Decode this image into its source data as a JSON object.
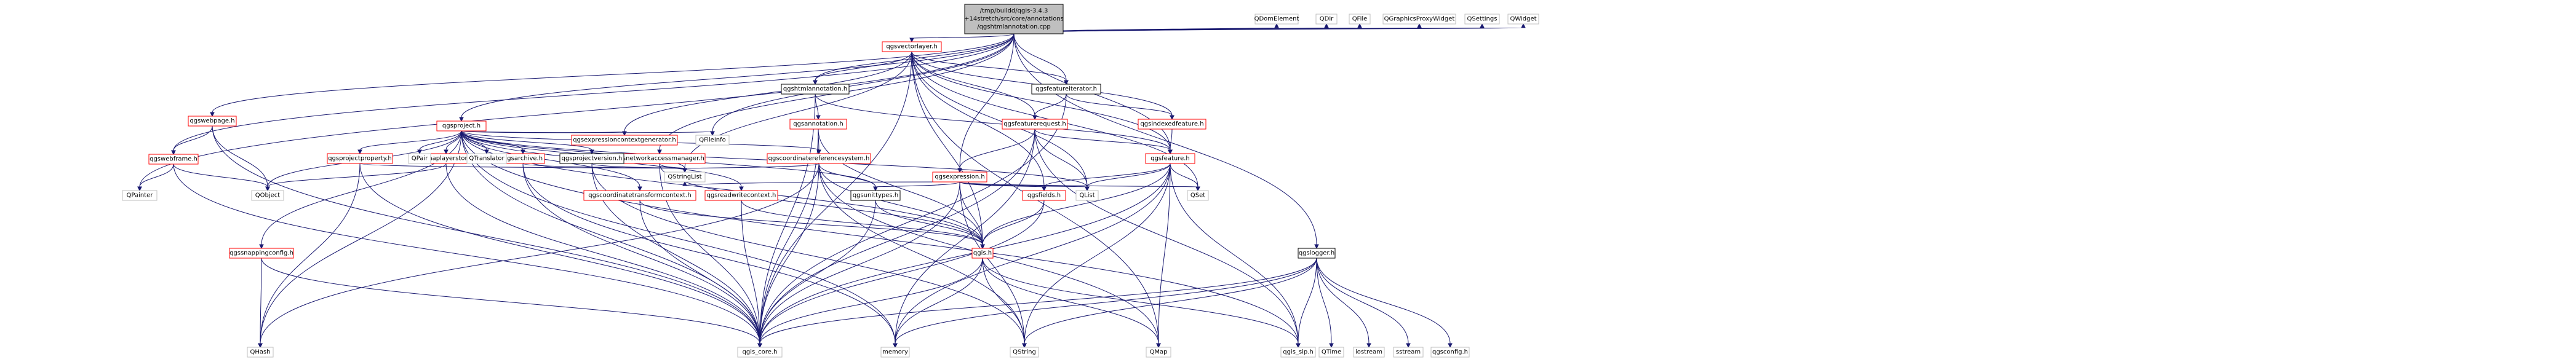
{
  "colors": {
    "edge": "#191970",
    "root_fill": "#bfbfbf",
    "node_fill": "#ffffff",
    "documented_border": "#ff0000",
    "plain_border": "#000000",
    "ext_border": "#bfbfbf",
    "text": "#000000"
  },
  "nodes": [
    {
      "id": "root",
      "lines": [
        "/tmp/buildd/qgis-3.4.3",
        "+14stretch/src/core/annotations",
        "/qgshtmlannotation.cpp"
      ],
      "kind": "root"
    },
    {
      "id": "qgsvectorlayer",
      "lines": [
        "qgsvectorlayer.h"
      ],
      "kind": "red"
    },
    {
      "id": "qgshtmlannotation",
      "lines": [
        "qgshtmlannotation.h"
      ],
      "kind": "black"
    },
    {
      "id": "qgsannotation",
      "lines": [
        "qgsannotation.h"
      ],
      "kind": "red"
    },
    {
      "id": "qgsproject",
      "lines": [
        "qgsproject.h"
      ],
      "kind": "red"
    },
    {
      "id": "qgswebpage",
      "lines": [
        "qgswebpage.h"
      ],
      "kind": "red"
    },
    {
      "id": "qgswebframe",
      "lines": [
        "qgswebframe.h"
      ],
      "kind": "red"
    },
    {
      "id": "qgsfeatureiterator",
      "lines": [
        "qgsfeatureiterator.h"
      ],
      "kind": "black"
    },
    {
      "id": "qgsfeaturerequest",
      "lines": [
        "qgsfeaturerequest.h"
      ],
      "kind": "red"
    },
    {
      "id": "qgsindexedfeature",
      "lines": [
        "qgsindexedfeature.h"
      ],
      "kind": "red"
    },
    {
      "id": "qgsfeature",
      "lines": [
        "qgsfeature.h"
      ],
      "kind": "red"
    },
    {
      "id": "qgsexpression",
      "lines": [
        "qgsexpression.h"
      ],
      "kind": "red"
    },
    {
      "id": "qgsfields",
      "lines": [
        "qgsfields.h"
      ],
      "kind": "red"
    },
    {
      "id": "qgsnetworkaccessmanager",
      "lines": [
        "qgsnetworkaccessmanager.h"
      ],
      "kind": "red"
    },
    {
      "id": "qgscoordinatereferencesystem",
      "lines": [
        "qgscoordinatereferencesystem.h"
      ],
      "kind": "red"
    },
    {
      "id": "qgsexpressioncontextgenerator",
      "lines": [
        "qgsexpressioncontextgenerator.h"
      ],
      "kind": "red"
    },
    {
      "id": "qgsprojectproperty",
      "lines": [
        "qgsprojectproperty.h"
      ],
      "kind": "red"
    },
    {
      "id": "qgsmaplayerstore",
      "lines": [
        "qgsmaplayerstore.h"
      ],
      "kind": "red"
    },
    {
      "id": "qgsarchive",
      "lines": [
        "qgsarchive.h"
      ],
      "kind": "red"
    },
    {
      "id": "qgsprojectversion",
      "lines": [
        "qgsprojectversion.h"
      ],
      "kind": "black"
    },
    {
      "id": "qgscoordinatetransformcontext",
      "lines": [
        "qgscoordinatetransformcontext.h"
      ],
      "kind": "red"
    },
    {
      "id": "qgsreadwritecontext",
      "lines": [
        "qgsreadwritecontext.h"
      ],
      "kind": "red"
    },
    {
      "id": "qgsunittypes",
      "lines": [
        "qgsunittypes.h"
      ],
      "kind": "black"
    },
    {
      "id": "qgssnappingconfig",
      "lines": [
        "qgssnappingconfig.h"
      ],
      "kind": "red"
    },
    {
      "id": "qgis",
      "lines": [
        "qgis.h"
      ],
      "kind": "red"
    },
    {
      "id": "qgslogger",
      "lines": [
        "qgslogger.h"
      ],
      "kind": "black"
    },
    {
      "id": "qgis_core",
      "lines": [
        "qgis_core.h"
      ],
      "kind": "ext"
    },
    {
      "id": "qgis_sip",
      "lines": [
        "qgis_sip.h"
      ],
      "kind": "ext"
    },
    {
      "id": "QHash",
      "lines": [
        "QHash"
      ],
      "kind": "ext"
    },
    {
      "id": "QObject",
      "lines": [
        "QObject"
      ],
      "kind": "ext"
    },
    {
      "id": "QPainter",
      "lines": [
        "QPainter"
      ],
      "kind": "ext"
    },
    {
      "id": "QPair",
      "lines": [
        "QPair"
      ],
      "kind": "ext"
    },
    {
      "id": "QTranslator",
      "lines": [
        "QTranslator"
      ],
      "kind": "ext"
    },
    {
      "id": "QFileInfo",
      "lines": [
        "QFileInfo"
      ],
      "kind": "ext"
    },
    {
      "id": "QStringList",
      "lines": [
        "QStringList"
      ],
      "kind": "ext"
    },
    {
      "id": "QList",
      "lines": [
        "QList"
      ],
      "kind": "ext"
    },
    {
      "id": "QSet",
      "lines": [
        "QSet"
      ],
      "kind": "ext"
    },
    {
      "id": "QMap",
      "lines": [
        "QMap"
      ],
      "kind": "ext"
    },
    {
      "id": "QString",
      "lines": [
        "QString"
      ],
      "kind": "ext"
    },
    {
      "id": "memory",
      "lines": [
        "memory"
      ],
      "kind": "ext"
    },
    {
      "id": "QTime",
      "lines": [
        "QTime"
      ],
      "kind": "ext"
    },
    {
      "id": "iostream",
      "lines": [
        "iostream"
      ],
      "kind": "ext"
    },
    {
      "id": "sstream",
      "lines": [
        "sstream"
      ],
      "kind": "ext"
    },
    {
      "id": "qgsconfig",
      "lines": [
        "qgsconfig.h"
      ],
      "kind": "ext"
    },
    {
      "id": "QDomElement",
      "lines": [
        "QDomElement"
      ],
      "kind": "ext"
    },
    {
      "id": "QDir",
      "lines": [
        "QDir"
      ],
      "kind": "ext"
    },
    {
      "id": "QFile",
      "lines": [
        "QFile"
      ],
      "kind": "ext"
    },
    {
      "id": "QGraphicsProxyWidget",
      "lines": [
        "QGraphicsProxyWidget"
      ],
      "kind": "ext"
    },
    {
      "id": "QSettings",
      "lines": [
        "QSettings"
      ],
      "kind": "ext"
    },
    {
      "id": "QWidget",
      "lines": [
        "QWidget"
      ],
      "kind": "ext"
    }
  ],
  "edges": [
    [
      "root",
      "qgsvectorlayer"
    ],
    [
      "root",
      "qgshtmlannotation"
    ],
    [
      "root",
      "qgsproject"
    ],
    [
      "root",
      "qgswebpage"
    ],
    [
      "root",
      "qgswebframe"
    ],
    [
      "root",
      "qgsfeatureiterator"
    ],
    [
      "root",
      "qgsfeature"
    ],
    [
      "root",
      "qgsexpression"
    ],
    [
      "root",
      "qgsnetworkaccessmanager"
    ],
    [
      "root",
      "qgslogger"
    ],
    [
      "root",
      "QFileInfo"
    ],
    [
      "root",
      "QPainter"
    ],
    [
      "root",
      "QDomElement"
    ],
    [
      "root",
      "QDir"
    ],
    [
      "root",
      "QFile"
    ],
    [
      "root",
      "QGraphicsProxyWidget"
    ],
    [
      "root",
      "QSettings"
    ],
    [
      "root",
      "QWidget"
    ],
    [
      "qgsvectorlayer",
      "qgis_core"
    ],
    [
      "qgsvectorlayer",
      "QMap"
    ],
    [
      "qgsvectorlayer",
      "QSet"
    ],
    [
      "qgsvectorlayer",
      "QList"
    ],
    [
      "qgsvectorlayer",
      "QStringList"
    ],
    [
      "qgsvectorlayer",
      "qgis"
    ],
    [
      "qgsvectorlayer",
      "qgsfeature"
    ],
    [
      "qgsvectorlayer",
      "qgsfeaturerequest"
    ],
    [
      "qgsvectorlayer",
      "qgsfeatureiterator"
    ],
    [
      "qgsvectorlayer",
      "qgsexpressioncontextgenerator"
    ],
    [
      "qgsvectorlayer",
      "qgsfields"
    ],
    [
      "qgsvectorlayer",
      "qgsindexedfeature"
    ],
    [
      "qgsvectorlayer",
      "qgshtmlannotation"
    ],
    [
      "qgshtmlannotation",
      "qgsannotation"
    ],
    [
      "qgshtmlannotation",
      "qgis_core"
    ],
    [
      "qgshtmlannotation",
      "qgsfeature"
    ],
    [
      "qgsannotation",
      "qgscoordinatereferencesystem"
    ],
    [
      "qgsannotation",
      "qgis"
    ],
    [
      "qgsannotation",
      "qgis_core"
    ],
    [
      "qgsfeatureiterator",
      "qgsfeaturerequest"
    ],
    [
      "qgsfeatureiterator",
      "qgis_core"
    ],
    [
      "qgsfeatureiterator",
      "qgsindexedfeature"
    ],
    [
      "qgsfeaturerequest",
      "qgis_core"
    ],
    [
      "qgsfeaturerequest",
      "qgis_sip"
    ],
    [
      "qgsfeaturerequest",
      "QFlags"
    ],
    [
      "qgsfeaturerequest",
      "QList"
    ],
    [
      "qgsfeaturerequest",
      "memory"
    ],
    [
      "qgsfeaturerequest",
      "qgsfeature"
    ],
    [
      "qgsfeaturerequest",
      "qgsexpression"
    ],
    [
      "qgsindexedfeature",
      "qgsfeature"
    ],
    [
      "qgsfeature",
      "qgis_core"
    ],
    [
      "qgsfeature",
      "qgis_sip"
    ],
    [
      "qgsfeature",
      "QMap"
    ],
    [
      "qgsfeature",
      "QString"
    ],
    [
      "qgsfeature",
      "QList"
    ],
    [
      "qgsfeature",
      "QSet"
    ],
    [
      "qgsfeature",
      "memory"
    ],
    [
      "qgsfeature",
      "qgsfields"
    ],
    [
      "qgsfeature",
      "qgis"
    ],
    [
      "qgsexpression",
      "qgis_core"
    ],
    [
      "qgsexpression",
      "QMetaType"
    ],
    [
      "qgsexpression",
      "QStringList"
    ],
    [
      "qgsexpression",
      "QList"
    ],
    [
      "qgsexpression",
      "QSet"
    ],
    [
      "qgsexpression",
      "qgis"
    ],
    [
      "qgsexpression",
      "qgsunittypes"
    ],
    [
      "qgsexpression",
      "qgsfields"
    ],
    [
      "qgsexpression",
      "QString"
    ],
    [
      "qgsfields",
      "qgis_core"
    ],
    [
      "qgsfields",
      "qgis"
    ],
    [
      "qgsnetworkaccessmanager",
      "QStringList"
    ],
    [
      "qgsnetworkaccessmanager",
      "qgis_core"
    ],
    [
      "qgsnetworkaccessmanager",
      "qgis"
    ],
    [
      "qgscoordinatereferencesystem",
      "qgis_core"
    ],
    [
      "qgscoordinatereferencesystem",
      "QString"
    ],
    [
      "qgscoordinatereferencesystem",
      "QMap"
    ],
    [
      "qgscoordinatereferencesystem",
      "QHash"
    ],
    [
      "qgscoordinatereferencesystem",
      "qgis"
    ],
    [
      "qgscoordinatereferencesystem",
      "qgsunittypes"
    ],
    [
      "qgscoordinatereferencesystem",
      "QStringList"
    ],
    [
      "qgsproject",
      "qgis_core"
    ],
    [
      "qgsproject",
      "QHash"
    ],
    [
      "qgsproject",
      "QList"
    ],
    [
      "qgsproject",
      "QObject"
    ],
    [
      "qgsproject",
      "QPair"
    ],
    [
      "qgsproject",
      "QFileInfo"
    ],
    [
      "qgsproject",
      "QStringList"
    ],
    [
      "qgsproject",
      "QTranslator"
    ],
    [
      "qgsproject",
      "qgsunittypes"
    ],
    [
      "qgsproject",
      "qgssnappingconfig"
    ],
    [
      "qgsproject",
      "qgsprojectversion"
    ],
    [
      "qgsproject",
      "qgsexpressioncontextgenerator"
    ],
    [
      "qgsproject",
      "qgscoordinatereferencesystem"
    ],
    [
      "qgsproject",
      "qgsprojectproperty"
    ],
    [
      "qgsproject",
      "qgsmaplayerstore"
    ],
    [
      "qgsproject",
      "qgsarchive"
    ],
    [
      "qgsproject",
      "qgsreadwritecontext"
    ],
    [
      "qgsproject",
      "qgscoordinatetransformcontext"
    ],
    [
      "qgsproject",
      "qgis"
    ],
    [
      "qgsproject",
      "qgis_sip"
    ],
    [
      "qgsproject",
      "memory"
    ],
    [
      "qgsprojectproperty",
      "QHash"
    ],
    [
      "qgsprojectproperty",
      "QStringList"
    ],
    [
      "qgsprojectproperty",
      "qgis_core"
    ],
    [
      "qgsmaplayerstore",
      "qgis_core"
    ],
    [
      "qgsmaplayerstore",
      "QObject"
    ],
    [
      "qgsarchive",
      "qgis_core"
    ],
    [
      "qgsarchive",
      "memory"
    ],
    [
      "qgsarchive",
      "QStringList"
    ],
    [
      "qgsprojectversion",
      "QString"
    ],
    [
      "qgsprojectversion",
      "QStringList"
    ],
    [
      "qgsprojectversion",
      "qgis_core"
    ],
    [
      "qgscoordinatetransformcontext",
      "qgis_core"
    ],
    [
      "qgscoordinatetransformcontext",
      "qgis"
    ],
    [
      "qgsreadwritecontext",
      "qgis"
    ],
    [
      "qgsreadwritecontext",
      "qgis_core"
    ],
    [
      "qgsunittypes",
      "qgis_core"
    ],
    [
      "qgsunittypes",
      "qgis"
    ],
    [
      "qgssnappingconfig",
      "qgis_core"
    ],
    [
      "qgssnappingconfig",
      "QHash"
    ],
    [
      "qgswebpage",
      "qgswebframe"
    ],
    [
      "qgswebpage",
      "QObject"
    ],
    [
      "qgswebpage",
      "qgis_core"
    ],
    [
      "qgswebframe",
      "QObject"
    ],
    [
      "qgswebframe",
      "QPainter"
    ],
    [
      "qgswebframe",
      "qgis_core"
    ],
    [
      "qgis",
      "qgis_core"
    ],
    [
      "qgis",
      "QMap"
    ],
    [
      "qgis",
      "QString"
    ],
    [
      "qgis",
      "memory"
    ],
    [
      "qgis",
      "qgis_sip"
    ],
    [
      "qgslogger",
      "qgis_core"
    ],
    [
      "qgslogger",
      "qgis_sip"
    ],
    [
      "qgslogger",
      "QString"
    ],
    [
      "qgslogger",
      "QTime"
    ],
    [
      "qgslogger",
      "iostream"
    ],
    [
      "qgslogger",
      "sstream"
    ],
    [
      "qgslogger",
      "qgsconfig"
    ],
    [
      "qgslogger",
      "memory"
    ]
  ]
}
